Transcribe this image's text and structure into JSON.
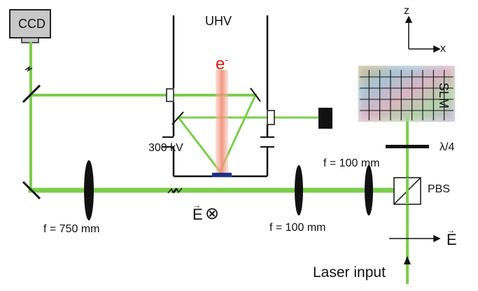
{
  "labels": {
    "ccd": "CCD",
    "uhv": "UHV",
    "electron_base": "e",
    "electron_sup": "-",
    "voltage": "300 kV",
    "slm": "SLM",
    "quarter_wave": "λ/4",
    "pbs": "PBS",
    "lens_750": "f = 750 mm",
    "lens_100_mid": "f = 100 mm",
    "lens_100_right": "f = 100 mm",
    "laser_input": "Laser input",
    "axis_z": "z",
    "axis_x": "x",
    "field_E": "E",
    "field_E_arrow": "→",
    "field_out_of_page": "⊗"
  },
  "colors": {
    "beam": "#7ccd4c",
    "beam_edge": "#5bb035",
    "electron_beam": "#f4a48f",
    "electron_text": "#e3190f",
    "sample": "#1f2f8a",
    "ccd_body": "#c8c8c8",
    "optics": "#111111"
  }
}
